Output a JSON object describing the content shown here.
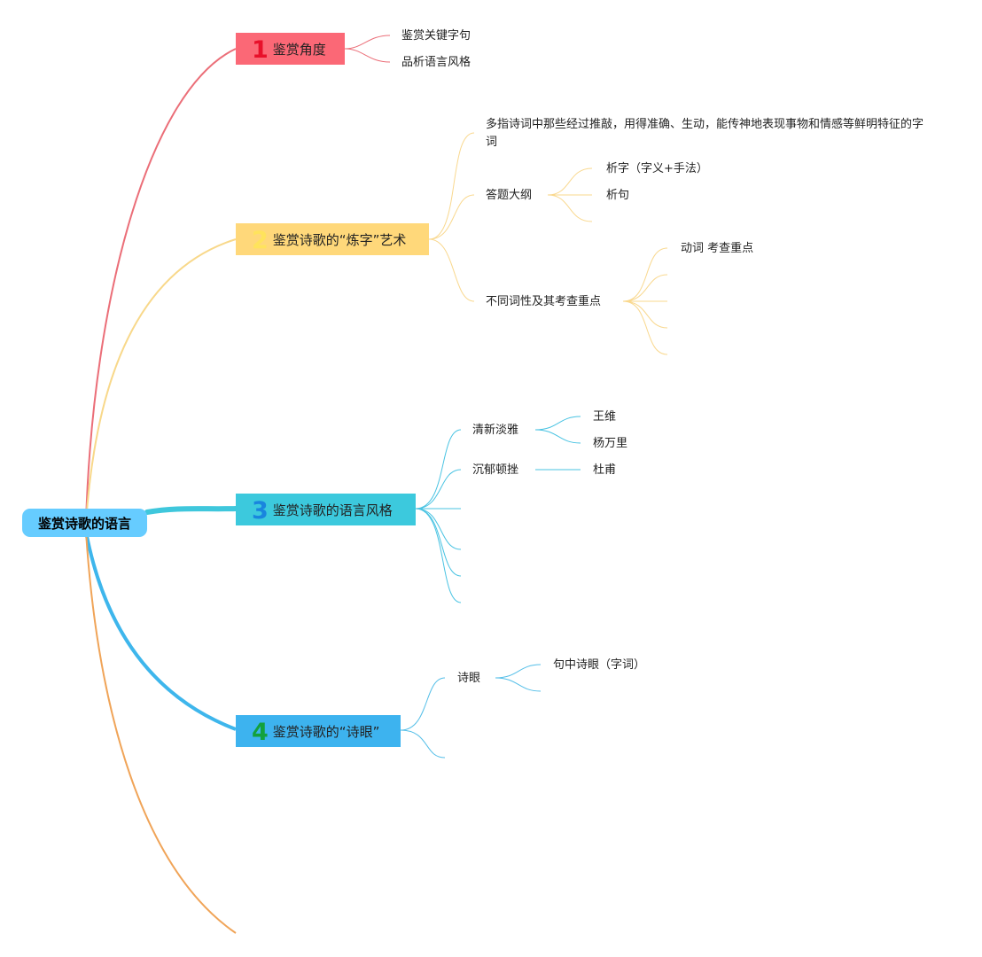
{
  "root": {
    "label": "鉴赏诗歌的语言"
  },
  "topics": [
    {
      "number": "1",
      "label": "鉴赏角度",
      "color": "#fb6876",
      "children": [
        "鉴赏关键字句",
        "品析语言风格"
      ]
    },
    {
      "number": "2",
      "label": "鉴赏诗歌的“炼字”艺术",
      "color": "#ffd87a",
      "children": [
        {
          "label": "多指诗词中那些经过推敲，用得准确、生动，能传神地表现事物和情感等鲜明特征的字词"
        },
        {
          "label": "答题大纲",
          "children": [
            "析字（字义+手法）",
            "析句"
          ]
        },
        {
          "label": "不同词性及其考查重点",
          "children": [
            "动词 考查重点"
          ]
        }
      ]
    },
    {
      "number": "3",
      "label": "鉴赏诗歌的语言风格",
      "color": "#3cc9dd",
      "children": [
        {
          "label": "清新淡雅",
          "children": [
            "王维",
            "杨万里"
          ]
        },
        {
          "label": "沉郁顿挫",
          "children": [
            "杜甫"
          ]
        }
      ]
    },
    {
      "number": "4",
      "label": "鉴赏诗歌的“诗眼”",
      "color": "#3db3ef",
      "children": [
        {
          "label": "诗眼",
          "children": [
            "句中诗眼（字词）"
          ]
        }
      ]
    }
  ],
  "colors": {
    "root": "#66ccff",
    "branch_1": "#eb6e78",
    "branch_2": "#f8d88a",
    "branch_3": "#3fc7dc",
    "branch_4": "#3eb6ec",
    "branch_5": "#f0a458",
    "sub_2": "#f9d88e",
    "sub_3": "#49c3e2",
    "sub_4": "#55bfe8"
  }
}
